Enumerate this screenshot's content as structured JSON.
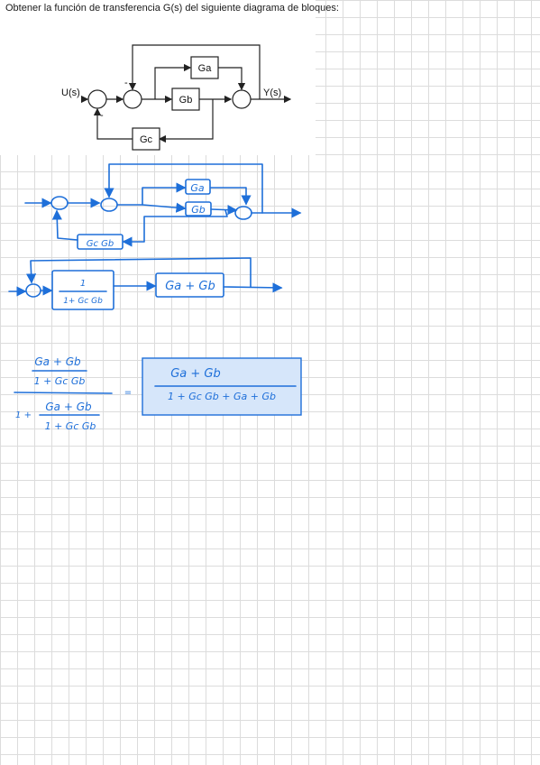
{
  "prompt": "Obtener la función de transferencia G(s) del siguiente diagrama de bloques:",
  "diagram": {
    "input": "U(s)",
    "output": "Y(s)",
    "block_top": "Ga",
    "block_mid": "Gb",
    "block_fb": "Gc",
    "sign_minus": "-"
  },
  "sketch1": {
    "block_ga": "Ga",
    "block_gb": "Gb",
    "block_fb": "Gc Gb"
  },
  "sketch2": {
    "num": "1",
    "den": "1+ Gc Gb",
    "block_sum": "Ga + Gb"
  },
  "result": {
    "inner_num": "Ga + Gb",
    "inner_den": "1 + Gc  Gb",
    "lower_prefix": "1 +",
    "lower_num": "Ga + Gb",
    "lower_den": "1 + Gc  Gb",
    "equals": "=",
    "final_num": "Ga + Gb",
    "final_den": "1 + Gc Gb + Ga + Gb"
  },
  "colors": {
    "ink": "#1e6fd9",
    "highlight": "#d6e6fa",
    "grid": "#dcdcdc"
  }
}
